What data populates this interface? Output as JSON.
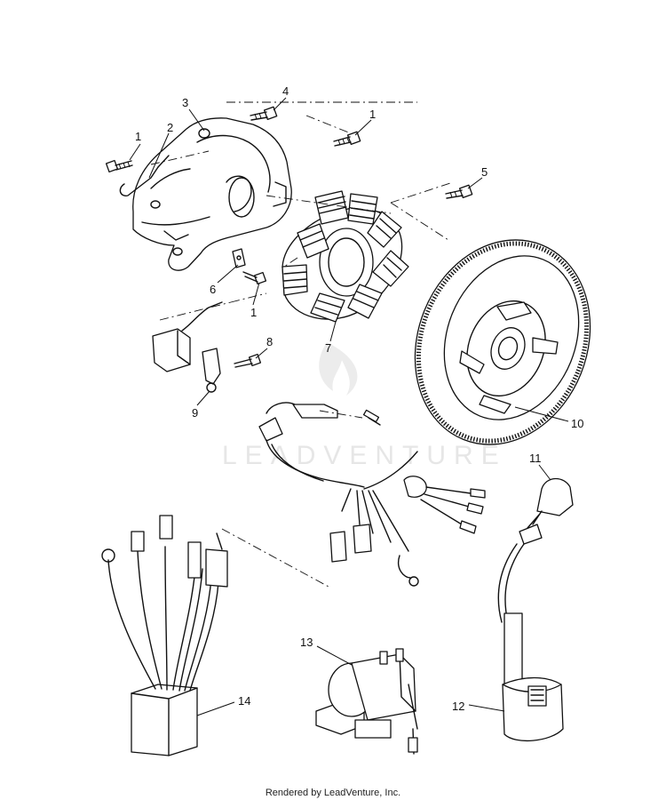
{
  "watermark": "LEADVENTURE",
  "footer": "Rendered by LeadVenture, Inc.",
  "callouts": {
    "c1a": "1",
    "c1b": "1",
    "c1c": "1",
    "c2": "2",
    "c3": "3",
    "c4": "4",
    "c5": "5",
    "c6": "6",
    "c7": "7",
    "c8": "8",
    "c9": "9",
    "c10": "10",
    "c11": "11",
    "c12": "12",
    "c13": "13",
    "c14": "14"
  }
}
